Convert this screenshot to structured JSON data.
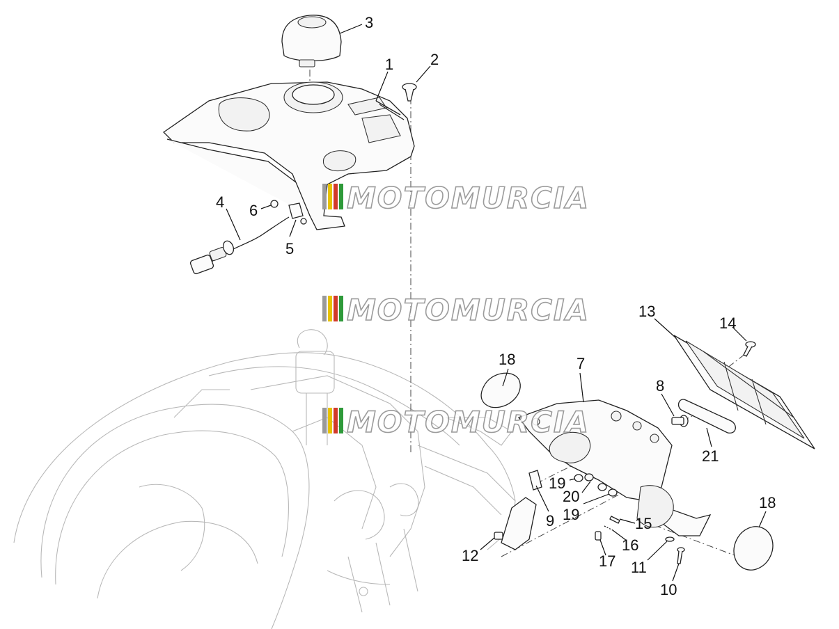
{
  "watermark": {
    "brand": "MOTOMURCIA",
    "stripe_colors": [
      "#9a9a9a",
      "#e8c200",
      "#d23a2a",
      "#2e9a3a"
    ]
  },
  "callouts": {
    "c1": "1",
    "c2": "2",
    "c3": "3",
    "c4": "4",
    "c5": "5",
    "c6": "6",
    "c7": "7",
    "c8": "8",
    "c9": "9",
    "c10": "10",
    "c11": "11",
    "c12": "12",
    "c13": "13",
    "c14": "14",
    "c15": "15",
    "c16": "16",
    "c17": "17",
    "c18a": "18",
    "c18b": "18",
    "c19a": "19",
    "c19b": "19",
    "c20": "20",
    "c21": "21"
  }
}
